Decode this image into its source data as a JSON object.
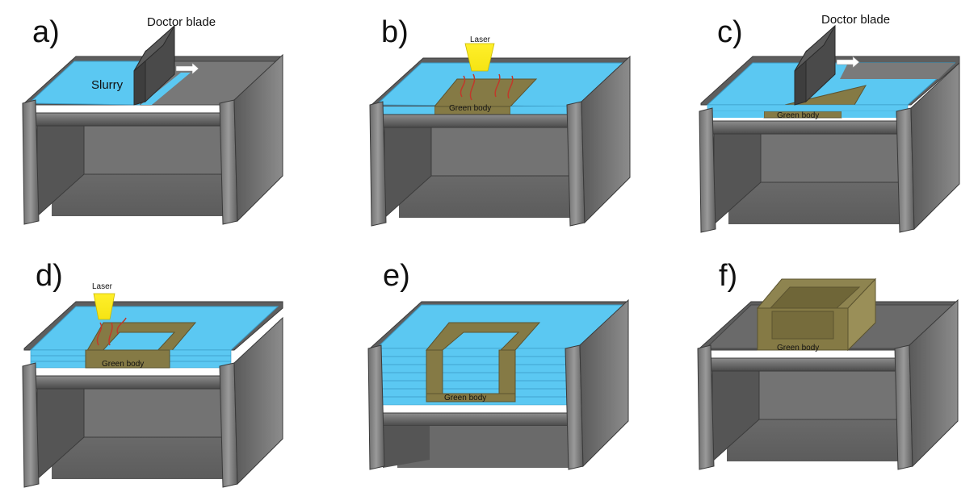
{
  "panels": {
    "a": {
      "letter": "a)",
      "blade_label": "Doctor blade",
      "slurry_label": "Slurry"
    },
    "b": {
      "letter": "b)",
      "laser_label": "Laser",
      "green_body_label": "Green body"
    },
    "c": {
      "letter": "c)",
      "blade_label": "Doctor blade",
      "green_body_label": "Green body"
    },
    "d": {
      "letter": "d)",
      "laser_label": "Laser",
      "green_body_label": "Green body"
    },
    "e": {
      "letter": "e)",
      "green_body_label": "Green body"
    },
    "f": {
      "letter": "f)",
      "green_body_label": "Green body"
    }
  },
  "colors": {
    "slurry": "#5bc8f2",
    "green_body": "#857a45",
    "laser": "#f5ea1a",
    "machine_dark": "#4e4e4e",
    "machine_mid": "#6e6e6e",
    "machine_light": "#9a9a9a",
    "arrow": "#ffffff",
    "heat": "#c0392b"
  }
}
